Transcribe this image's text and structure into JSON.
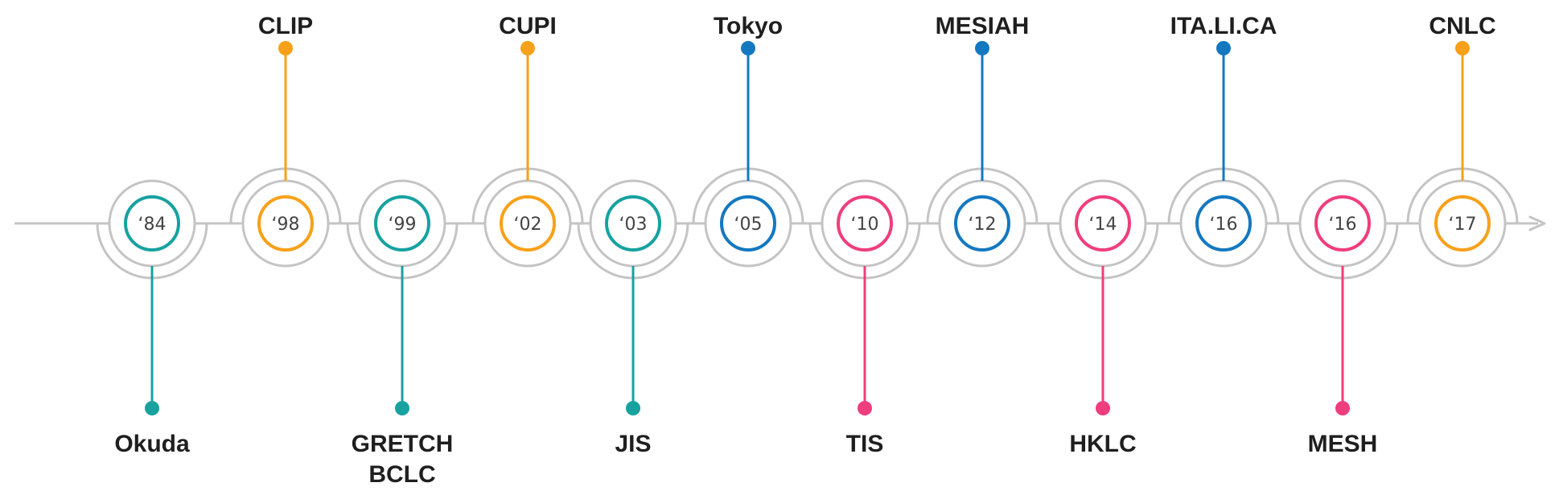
{
  "colors": {
    "teal": "#17A2A0",
    "orange": "#F7A11A",
    "blue": "#1478C0",
    "pink": "#EF3E7D",
    "gray": "#C4C4C4"
  },
  "milestones": [
    {
      "year": "‘84",
      "label": [
        "Okuda"
      ],
      "position": "below",
      "color": "teal"
    },
    {
      "year": "‘98",
      "label": [
        "CLIP"
      ],
      "position": "above",
      "color": "orange"
    },
    {
      "year": "‘99",
      "label": [
        "GRETCH",
        "BCLC"
      ],
      "position": "below",
      "color": "teal"
    },
    {
      "year": "‘02",
      "label": [
        "CUPI"
      ],
      "position": "above",
      "color": "orange"
    },
    {
      "year": "‘03",
      "label": [
        "JIS"
      ],
      "position": "below",
      "color": "teal"
    },
    {
      "year": "‘05",
      "label": [
        "Tokyo"
      ],
      "position": "above",
      "color": "blue"
    },
    {
      "year": "‘10",
      "label": [
        "TIS"
      ],
      "position": "below",
      "color": "pink"
    },
    {
      "year": "‘12",
      "label": [
        "MESIAH"
      ],
      "position": "above",
      "color": "blue"
    },
    {
      "year": "‘14",
      "label": [
        "HKLC"
      ],
      "position": "below",
      "color": "pink"
    },
    {
      "year": "‘16",
      "label": [
        "ITA.LI.CA"
      ],
      "position": "above",
      "color": "blue"
    },
    {
      "year": "‘16",
      "label": [
        "MESH"
      ],
      "position": "below",
      "color": "pink"
    },
    {
      "year": "‘17",
      "label": [
        "CNLC"
      ],
      "position": "above",
      "color": "orange"
    }
  ]
}
